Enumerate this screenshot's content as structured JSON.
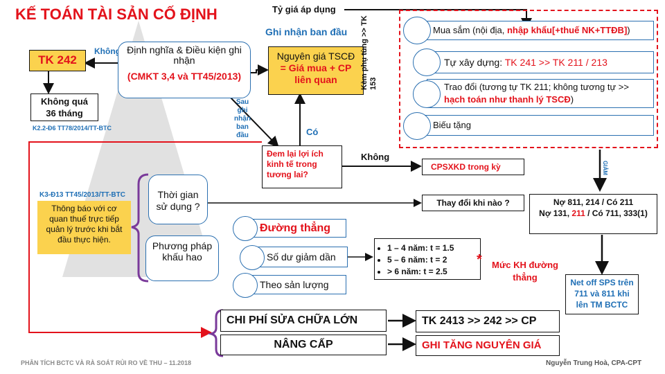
{
  "title": "KẾ TOÁN TÀI SẢN CỐ ĐỊNH",
  "ty_gia": "Tỷ giá áp dụng",
  "ghi_nhan_ban_dau": "Ghi nhận ban đầu",
  "khong_1": "Không",
  "tk242": "TK 242",
  "definition": {
    "line1": "Định nghĩa & Điều kiện ghi nhận",
    "line2": "(CMKT 3,4 và TT45/2013)"
  },
  "khong_qua": "Không quá 36 tháng",
  "ref_k2": "K2.2-Đ6 TT78/2014/TT-BTC",
  "nguyen_gia": {
    "line1": "Nguyên giá TSCĐ",
    "line2": "= Giá mua + CP liên quan"
  },
  "kem_phu_tung": "Kèm phụ tùng >> TK 153",
  "acquisitions": [
    {
      "plain": "Mua sắm (nội địa, ",
      "red": "nhập khẩu[+thuế NK+TTĐB]",
      "tail": ")"
    },
    {
      "plain": "Tự xây dựng: ",
      "red": "TK 241 >> TK 211 / 213",
      "tail": ""
    },
    {
      "plain": "Trao đổi (tương tự TK 211; không tương tự >> ",
      "red": "hạch toán như thanh lý TSCĐ",
      "tail": ")"
    },
    {
      "plain": "Biếu tặng",
      "red": "",
      "tail": ""
    }
  ],
  "sau_ghi_nhan": "Sau ghi nhận ban đầu",
  "co": "Có",
  "dem_lai": "Đem lại lợi ích kinh tế trong tương lai?",
  "khong_2": "Không",
  "cpsxkd": "CPSXKD trong kỳ",
  "giam": "GIẢM",
  "ref_k3": "K3-Đ13 TT45/2013/TT-BTC",
  "thong_bao": "Thông báo với cơ quan thuế trực tiếp quản lý trước khi bắt đầu thực hiện.",
  "thoi_gian": "Thời gian sử dụng ?",
  "thay_doi": "Thay đổi khi nào ?",
  "no811": {
    "a": "Nợ 811, 214 / Có 211",
    "b1": "Nợ 131, ",
    "b2": "211",
    "b3": " / Có 711, 333(1)"
  },
  "phuong_phap": "Phương pháp khấu hao",
  "methods": [
    "Đường thẳng",
    "Số dư giảm dần",
    "Theo sản lượng"
  ],
  "rates": [
    "1 – 4 năm: t = 1.5",
    "5 – 6 năm: t = 2",
    "> 6 năm: t = 2.5"
  ],
  "muc_kh": "Mức KH đường thẳng",
  "net_off": "Net off SPS trên 711 và 811 khi lên TM BCTC",
  "chi_phi": "CHI PHÍ SỬA CHỮA LỚN",
  "tk2413": "TK 2413 >> 242 >> CP",
  "nang_cap": "NÂNG CẤP",
  "ghi_tang": "GHI TĂNG NGUYÊN GIÁ",
  "footer_left": "PHÂN TÍCH BCTC VÀ RÀ SOÁT RỦI RO VỀ THU – 11.2018",
  "footer_right": "Nguyễn Trung Hoà, CPA-CPT",
  "colors": {
    "red": "#e3121b",
    "blue": "#1f6fb5",
    "yellow": "#fbd24e",
    "purple": "#7a3a9a"
  }
}
